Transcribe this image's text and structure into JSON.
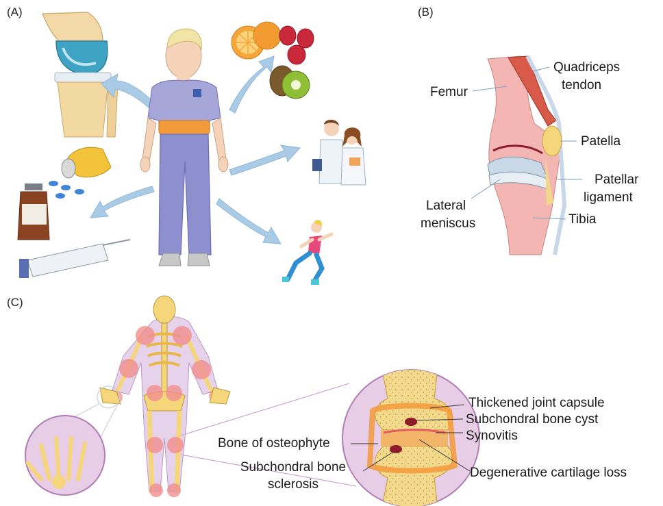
{
  "panels": {
    "a": "(A)",
    "b": "(B)",
    "c": "(C)"
  },
  "knee": {
    "quadriceps": [
      "Quadriceps",
      "tendon"
    ],
    "femur": "Femur",
    "patella": "Patella",
    "patellar_ligament": [
      "Patellar",
      "ligament"
    ],
    "lateral_meniscus": [
      "Lateral",
      "meniscus"
    ],
    "tibia": "Tibia"
  },
  "oa": {
    "capsule": "Thickened joint capsule",
    "cyst": "Subchondral bone cyst",
    "synovitis": "Synovitis",
    "osteophyte": "Bone of osteophyte",
    "sclerosis": [
      "Subchondral bone",
      "sclerosis"
    ],
    "cartilage": "Degenerative cartilage loss"
  },
  "colors": {
    "arrow": "#a9cbe6",
    "shirt": "#a7a6d8",
    "pants": "#8e8fcf",
    "belt": "#f39a3b",
    "bone_pink": "#f4b6b3",
    "bone_yellow": "#f6d67a",
    "joint_red": "#e25b61",
    "inflammation": "#f08f8f",
    "circle_fill": "#e7cde6",
    "circle_stroke": "#b07cb5"
  }
}
